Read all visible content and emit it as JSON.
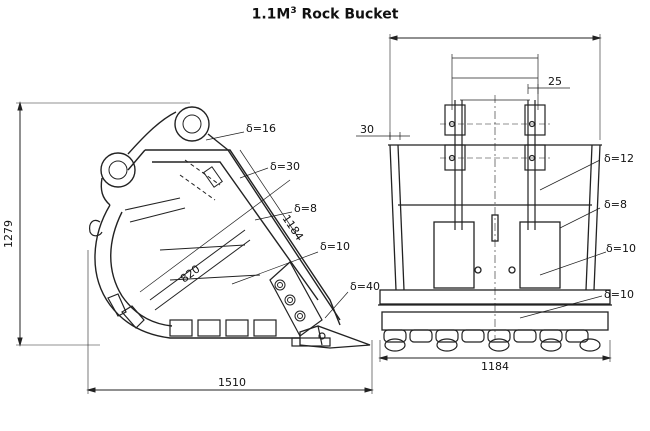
{
  "title": {
    "main": "1.1M",
    "superscript": "3",
    "suffix": " Rock Bucket"
  },
  "side_view": {
    "overall_height": "1279",
    "overall_length": "1510",
    "diagonal_1184": "1184",
    "diagonal_820": "820",
    "thickness_labels": [
      "δ=16",
      "δ=30",
      "δ=8",
      "δ=10",
      "δ=40"
    ]
  },
  "front_view": {
    "offset_30": "30",
    "bracket_25": "25",
    "overall_width": "1184",
    "thickness_labels": [
      "δ=12",
      "δ=8",
      "δ=10",
      "δ=10"
    ]
  }
}
